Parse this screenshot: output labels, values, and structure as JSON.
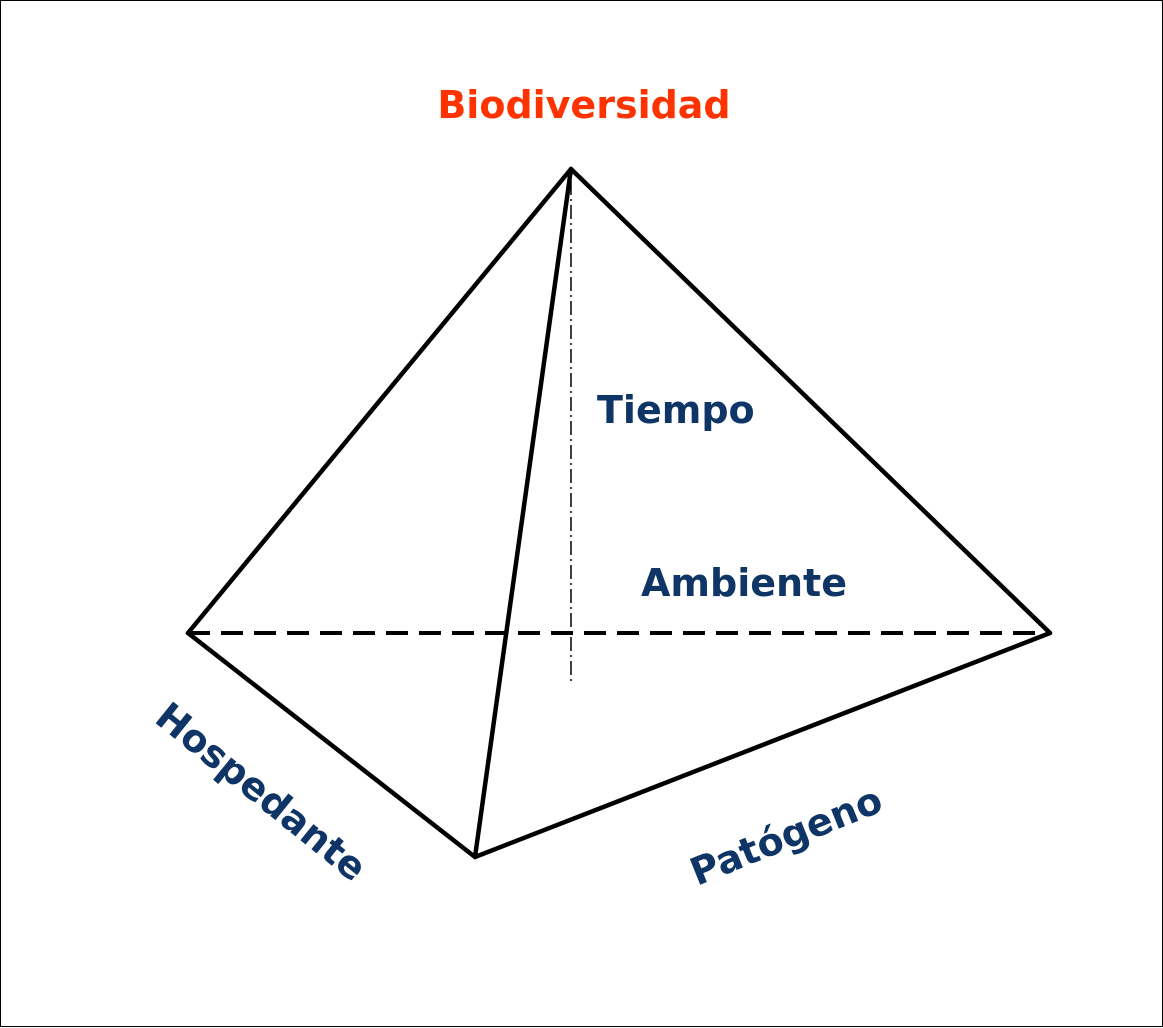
{
  "diagram": {
    "apex_label": "Biodiversidad",
    "axis_label": "Tiempo",
    "base_label": "Ambiente",
    "left_edge_label": "Hospedante",
    "right_edge_label": "Patógeno"
  },
  "colors": {
    "apex_label": "#ff3300",
    "labels": "#0f3566",
    "lines": "#000000",
    "background": "#ffffff"
  }
}
